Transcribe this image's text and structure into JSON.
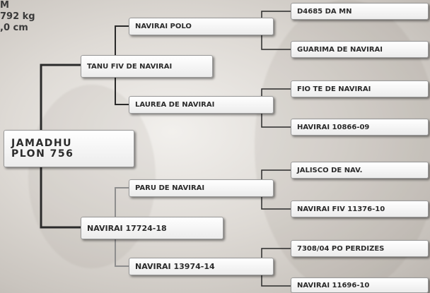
{
  "stats": {
    "line1": "M",
    "line2": "792 kg",
    "line3": ",0 cm"
  },
  "pedigree": {
    "animal": {
      "line1": "JAMADHU",
      "line2": "PLON 756"
    },
    "sire": {
      "name": "TANU FIV DE NAVIRAI",
      "sire": {
        "name": "NAVIRAI POLO",
        "sire": "D4685 DA MN",
        "dam": "GUARIMA DE NAVIRAI"
      },
      "dam": {
        "name": "LAUREA DE NAVIRAI",
        "sire": "FIO TE DE NAVIRAI",
        "dam": "HAVIRAI 10866-09"
      }
    },
    "dam": {
      "name": "NAVIRAI 17724-18",
      "sire": {
        "name": "PARU DE NAVIRAI",
        "sire": "JALISCO DE NAV.",
        "dam": "NAVIRAI FIV 11376-10"
      },
      "dam": {
        "name": "NAVIRAI 13974-14",
        "sire": "7308/04 PO PERDIZES",
        "dam": "NAVIRAI 11696-10"
      }
    }
  }
}
